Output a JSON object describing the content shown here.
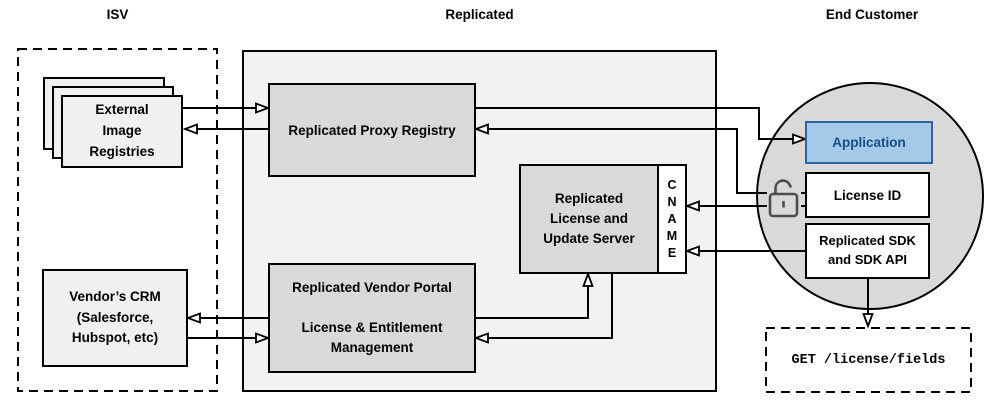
{
  "headers": {
    "isv": "ISV",
    "replicated": "Replicated",
    "end_customer": "End Customer"
  },
  "nodes": {
    "external_registries": {
      "label": "External\nImage\nRegistries"
    },
    "vendor_crm": {
      "label": "Vendor’s CRM\n(Salesforce,\nHubspot, etc)"
    },
    "proxy_registry": {
      "label": "Replicated Proxy Registry"
    },
    "license_update_server": {
      "label": "Replicated\nLicense and\nUpdate Server"
    },
    "cname": {
      "label": "C\nN\nA\nM\nE"
    },
    "vendor_portal": {
      "label": "Replicated Vendor Portal\n\nLicense & Entitlement\nManagement"
    },
    "application": {
      "label": "Application"
    },
    "license_id": {
      "label": "License ID"
    },
    "sdk": {
      "label": "Replicated SDK\nand SDK API"
    },
    "get_endpoint": {
      "label": "GET /license/fields"
    }
  },
  "icons": {
    "lock": "open-padlock"
  },
  "colors": {
    "replicated_container_fill": "#f2f2f2",
    "inner_node_fill": "#d9d9d9",
    "isv_node_fill": "#f0f0f0",
    "customer_circle_fill": "#d9d9d9",
    "application_fill": "#a5c9e8",
    "application_border": "#2a66a0",
    "application_text": "#174e87",
    "line_color": "#000000",
    "lock_stroke": "#4d4d4d"
  }
}
